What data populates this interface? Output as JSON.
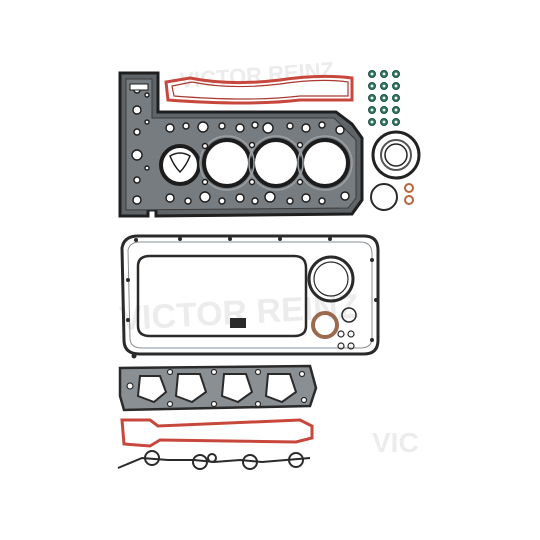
{
  "image": {
    "subject": "engine head gasket set",
    "watermark_lettering": [
      "VICTOR REINZ",
      "VICTOR REINZ",
      "VIC"
    ],
    "colors": {
      "background": "#ffffff",
      "gasket_dark": "#2a2a2a",
      "gasket_gray": "#8a8f93",
      "gasket_fill": "#6e7276",
      "red_seal": "#c8473c",
      "green_ring": "#2f7a63",
      "copper_ring": "#b8653d",
      "bronze_ring": "#9b6a4e",
      "watermark": "#e9e9e9"
    }
  }
}
